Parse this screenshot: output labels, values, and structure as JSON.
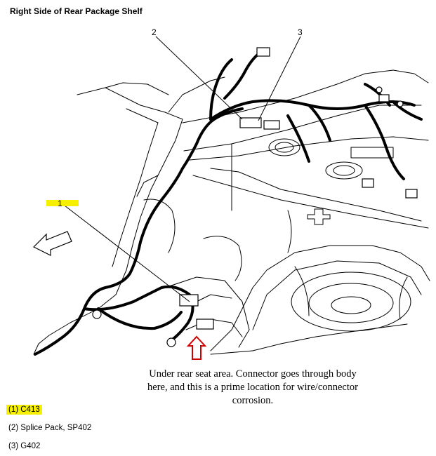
{
  "title": "Right Side of Rear Package Shelf",
  "callouts": {
    "c1": "1",
    "c2": "2",
    "c3": "3"
  },
  "note": "Under rear seat area. Connector goes through body here, and this is a prime location for wire/connector corrosion.",
  "legend": [
    {
      "text": "(1) C413"
    },
    {
      "text": "(2) Splice Pack, SP402"
    },
    {
      "text": "(3) G402"
    }
  ],
  "colors": {
    "highlight": "#f6f000",
    "arrow": "#d10000",
    "line": "#000000"
  },
  "icons": {
    "direction_arrow": "left-arrow-icon",
    "indicator_arrow": "up-arrow-icon"
  }
}
